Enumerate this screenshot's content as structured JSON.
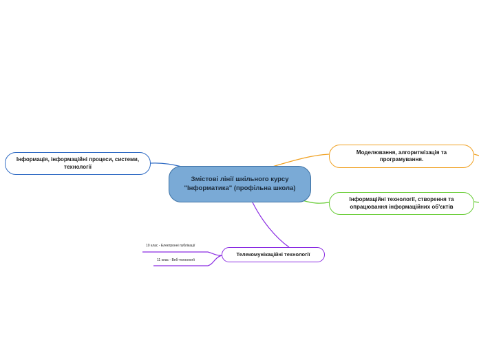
{
  "map": {
    "central": "Змістові лінії шкільного курсу \"Інформатика\" (профільна школа)",
    "nodes": {
      "information": "Інформація, інформаційні процеси, системи, технології",
      "modeling": "Моделювання, алгоритмізація та програмування.",
      "it": "Інформаційні технології, створення та опрацювання інформаційних об'єктів",
      "telecom": "Телекомунікаційні технології"
    },
    "leaves": [
      "10 клас - Електронні публікації",
      "11 клас - Веб-технології"
    ]
  },
  "colors": {
    "central_fill": "#7aaad6",
    "central_border": "#3a6fa3",
    "information": "#2f6bc4",
    "modeling": "#f0a020",
    "it": "#66cc33",
    "telecom": "#8a2be2"
  }
}
